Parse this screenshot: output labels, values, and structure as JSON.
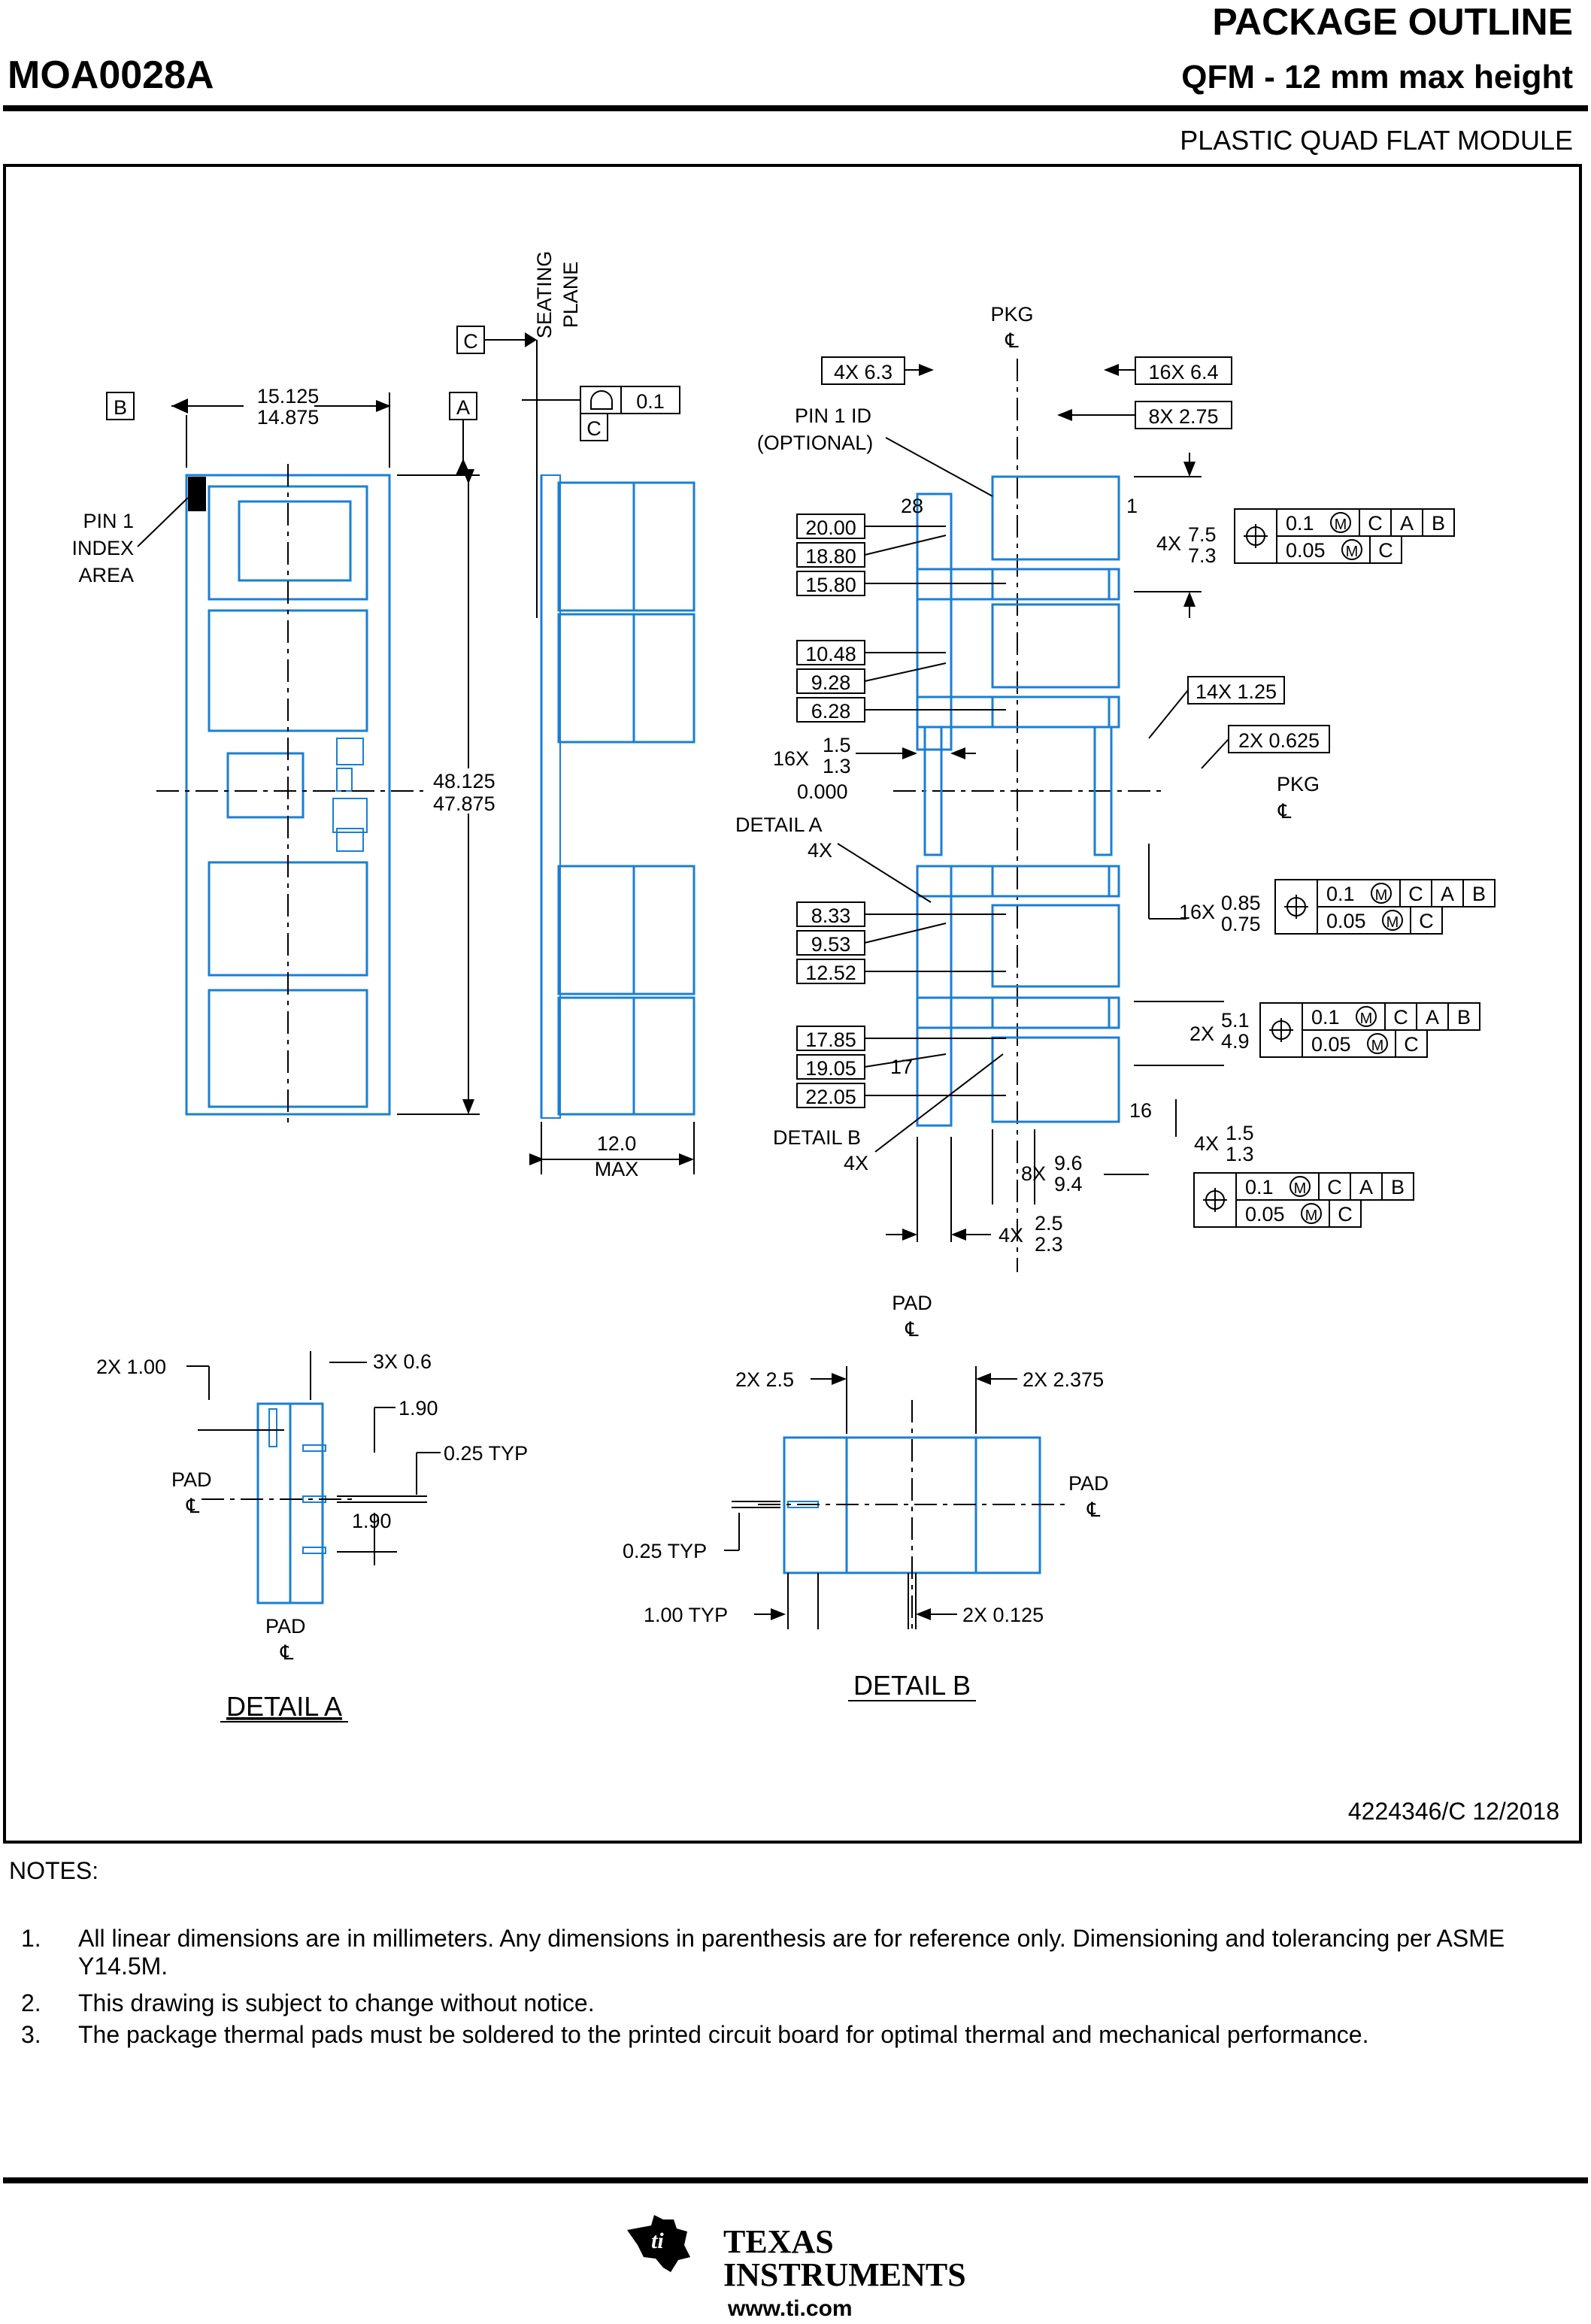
{
  "header": {
    "title_right": "PACKAGE OUTLINE",
    "part_number": "MOA0028A",
    "package_type": "QFM - 12 mm max height",
    "description": "PLASTIC QUAD FLAT MODULE"
  },
  "drawing": {
    "seating_plane": "SEATING PLANE",
    "datum_b": "B",
    "datum_a": "A",
    "datum_c": "C",
    "flatness_value": "0.1",
    "width_max": "15.125",
    "width_min": "14.875",
    "length_max": "48.125",
    "length_min": "47.875",
    "height": "12.0",
    "height_max": "MAX",
    "pin1_index": "PIN 1 INDEX AREA",
    "pin1_index_lines": [
      "PIN 1",
      "INDEX",
      "AREA"
    ],
    "pin1_id": "PIN 1 ID",
    "pin1_optional": "(OPTIONAL)",
    "pkg": "PKG",
    "cl_symbol": "℄",
    "pitch_4x": "4X 6.3",
    "pitch_16x": "16X 6.4",
    "pitch_8x": "8X 2.75",
    "pin_28": "28",
    "pin_1": "1",
    "pin_17": "17",
    "pin_16": "16",
    "ycoords_top": [
      "20.00",
      "18.80",
      "15.80",
      "10.48",
      "9.28",
      "6.28"
    ],
    "ycoords_bottom": [
      "8.33",
      "9.53",
      "12.52",
      "17.85",
      "19.05",
      "22.05"
    ],
    "pad_16x_prefix": "16X",
    "pad_16x_max": "1.5",
    "pad_16x_min": "1.3",
    "origin": "0.000",
    "detail_a_ref": "DETAIL A",
    "detail_a_count": "4X",
    "detail_b_ref": "DETAIL B",
    "detail_b_count": "4X",
    "dim_4x_prefix": "4X",
    "dim_4x_max": "7.5",
    "dim_4x_min": "7.3",
    "dim_14x": "14X 1.25",
    "dim_2x_0625": "2X 0.625",
    "dim_16x_prefix": "16X",
    "dim_16x_max": "0.85",
    "dim_16x_min": "0.75",
    "dim_2x_prefix": "2X",
    "dim_2x_max": "5.1",
    "dim_2x_min": "4.9",
    "dim_4x_b_prefix": "4X",
    "dim_4x_b_max": "1.5",
    "dim_4x_b_min": "1.3",
    "dim_8x_prefix": "8X",
    "dim_8x_max": "9.6",
    "dim_8x_min": "9.4",
    "dim_4x_c_prefix": "4X",
    "dim_4x_c_max": "2.5",
    "dim_4x_c_min": "2.3",
    "fcf_row1_value": "0.1",
    "fcf_row2_value": "0.05",
    "fcf_modifier": "M",
    "fcf_datums_row1": [
      "C",
      "A",
      "B"
    ],
    "fcf_datums_row2": [
      "C"
    ],
    "position_symbol": "⌖"
  },
  "detail_a": {
    "title": "DETAIL A",
    "dim_2x": "2X 1.00",
    "dim_3x": "3X 0.6",
    "dim_190_top": "1.90",
    "dim_025": "0.25 TYP",
    "dim_190_bottom": "1.90",
    "pad_left": "PAD",
    "pad_bottom": "PAD"
  },
  "detail_b": {
    "title": "DETAIL B",
    "pad_top": "PAD",
    "pad_right": "PAD",
    "dim_2x_25": "2X 2.5",
    "dim_2x_2375": "2X 2.375",
    "dim_025": "0.25 TYP",
    "dim_100": "1.00 TYP",
    "dim_2x_0125": "2X 0.125"
  },
  "doc_number": "4224346/C   12/2018",
  "notes": {
    "title": "NOTES:",
    "items": [
      {
        "num": "1.",
        "text": "All linear dimensions are in millimeters. Any dimensions in parenthesis are for reference only. Dimensioning and tolerancing per ASME Y14.5M."
      },
      {
        "num": "2.",
        "text": "This drawing is subject to change without notice."
      },
      {
        "num": "3.",
        "text": "The package thermal pads must be soldered to the printed circuit board for optimal thermal and mechanical performance."
      }
    ]
  },
  "footer": {
    "company_line1": "TEXAS",
    "company_line2": "INSTRUMENTS",
    "url": "www.ti.com"
  },
  "colors": {
    "outline": "#1a7fd4",
    "ink": "#000000"
  }
}
